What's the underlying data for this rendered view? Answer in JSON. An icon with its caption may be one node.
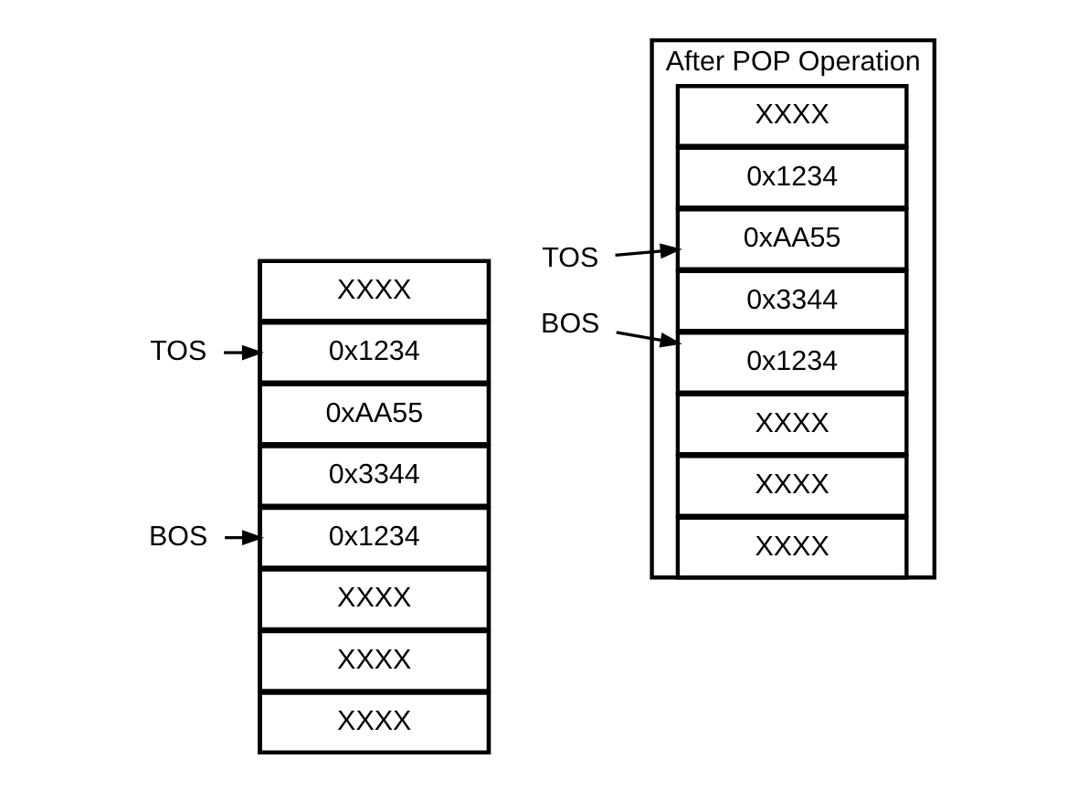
{
  "diagram": {
    "nodes": [
      {
        "text": [],
        "shape": "box"
      },
      {
        "text": [
          "XXXX"
        ],
        "in": 0
      },
      {
        "text": [
          "0x1234"
        ],
        "in": 0
      },
      {
        "text": [
          "0xAA55"
        ],
        "in": 0
      },
      {
        "text": [
          "0x3344"
        ],
        "in": 0
      },
      {
        "text": [
          "0x1234"
        ],
        "in": 0
      },
      {
        "text": [
          "XXXX"
        ],
        "in": 0
      },
      {
        "text": [
          "XXXX"
        ],
        "in": 0
      },
      {
        "text": [
          "XXXX"
        ],
        "in": 0
      },
      {
        "text": [
          "After POP Operation"
        ]
      },
      {
        "text": [
          "XXXX"
        ],
        "in": 9
      },
      {
        "text": [
          "0x1234"
        ],
        "in": 9
      },
      {
        "text": [
          "0xAA55"
        ],
        "in": 9
      },
      {
        "text": [
          "0x3344"
        ],
        "in": 9
      },
      {
        "text": [
          "0x1234"
        ],
        "in": 9
      },
      {
        "text": [
          "XXXX"
        ],
        "in": 9
      },
      {
        "text": [
          "XXXX"
        ],
        "in": 9
      },
      {
        "text": [
          "XXXX"
        ],
        "in": 9
      },
      {
        "text": [
          "TOS"
        ]
      },
      {
        "text": [
          "BOS"
        ]
      },
      {
        "text": [
          "TOS"
        ]
      },
      {
        "text": [
          "BOS"
        ]
      }
    ],
    "edges": [
      {
        "from": 18,
        "to": 2,
        "arrow": "to"
      },
      {
        "from": 19,
        "to": 5,
        "arrow": "to"
      },
      {
        "from": 20,
        "to": 12,
        "arrow": "to"
      },
      {
        "from": 21,
        "to": 14,
        "arrow": "to"
      }
    ]
  }
}
